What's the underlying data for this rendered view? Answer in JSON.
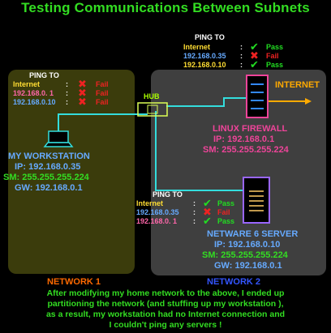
{
  "title": "Testing Communications Between Subnets",
  "network1": {
    "label": "NETWORK 1"
  },
  "network2": {
    "label": "NETWORK 2"
  },
  "hub": {
    "label": "HUB"
  },
  "internet": {
    "label": "INTERNET"
  },
  "workstation": {
    "name": "MY WORKSTATION",
    "ip": "IP: 192.168.0.35",
    "sm": "SM: 255.255.255.224",
    "gw": "GW: 192.168.0.1",
    "ping": {
      "title": "PING TO",
      "rows": [
        {
          "target": "Internet",
          "colon": ":",
          "result": "Fail"
        },
        {
          "target": "192.168.0.  1",
          "colon": ":",
          "result": "Fail"
        },
        {
          "target": "192.168.0.10",
          "colon": ":",
          "result": "Fail"
        }
      ]
    }
  },
  "firewall": {
    "name": "LINUX FIREWALL",
    "ip": "IP: 192.168.0.1",
    "sm": "SM: 255.255.255.224",
    "ping": {
      "title": "PING TO",
      "rows": [
        {
          "target": "Internet",
          "colon": ":",
          "result": "Pass"
        },
        {
          "target": "192.168.0.35",
          "colon": ":",
          "result": "Fail"
        },
        {
          "target": "192.168.0.10",
          "colon": ":",
          "result": "Pass"
        }
      ]
    }
  },
  "server": {
    "name": "NETWARE 6 SERVER",
    "ip": "IP: 192.168.0.10",
    "sm": "SM: 255.255.255.224",
    "gw": "GW: 192.168.0.1",
    "ping": {
      "title": "PING TO",
      "rows": [
        {
          "target": "Internet",
          "colon": ":",
          "result": "Pass"
        },
        {
          "target": "192.168.0.35",
          "colon": ":",
          "result": "Fail"
        },
        {
          "target": "192.168.0.  1",
          "colon": ":",
          "result": "Pass"
        }
      ]
    }
  },
  "caption": [
    "After modifying my home network to the above, I ended up",
    "partitioning the network (and stuffing up my workstation ),",
    "as a result, my workstation had no  Internet connection and",
    "I couldn't ping any servers !"
  ],
  "colors": {
    "title": "#33dd22",
    "network1_bg": "#3b3c0c",
    "network2_bg": "#3f3f3f",
    "cable": "#33dddd",
    "firewall": "#ee4499",
    "server": "#9966ff",
    "internet": "#ffaa00",
    "pass": "#22dd22",
    "fail": "#ee2222"
  }
}
